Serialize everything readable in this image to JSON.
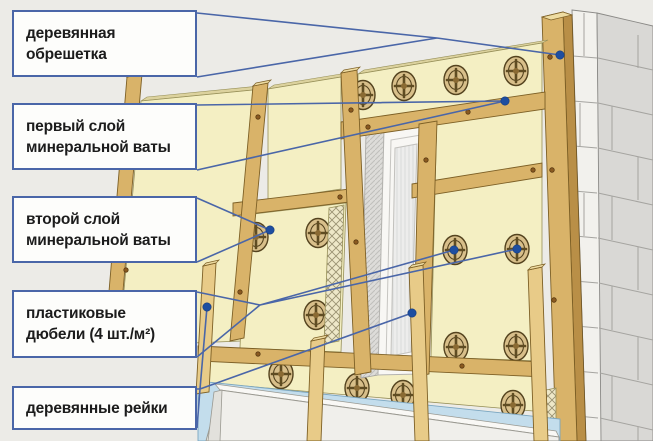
{
  "callouts": [
    {
      "id": "wooden-lathing",
      "line1": "деревянная",
      "line2": "обрешетка"
    },
    {
      "id": "first-layer",
      "line1": "первый слой",
      "line2": "минеральной ваты"
    },
    {
      "id": "second-layer",
      "line1": "второй слой",
      "line2": "минеральной ваты"
    },
    {
      "id": "plastic-dowels",
      "line1": "пластиковые",
      "line2": "дюбели (4 шт./м²)"
    },
    {
      "id": "wooden-slats",
      "line1": "деревянные рейки",
      "line2": ""
    }
  ],
  "colors": {
    "bg": "#ecebe7",
    "leader": "#4a66a8",
    "dot": "#1e4ea0",
    "insulation": "#f4efc3",
    "wood": "#d9b369",
    "wood-dark": "#b98f47",
    "masonry": "#d9d8d5",
    "band": "#c3ddec"
  }
}
